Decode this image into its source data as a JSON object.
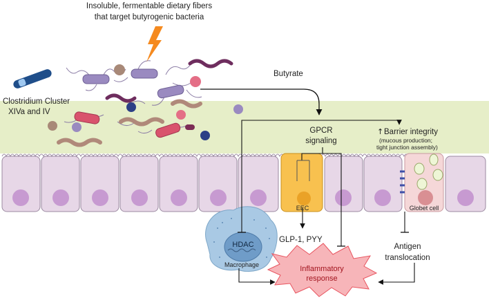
{
  "title_line1": "Insoluble, fermentable dietary fibers",
  "title_line2": "that target butyrogenic bacteria",
  "butyrate": "Butyrate",
  "bacteria_label_line1": "Clostridium Cluster",
  "bacteria_label_line2": "XIVa and IV",
  "gpcr_line1": "GPCR",
  "gpcr_line2": "signaling",
  "barrier_title": "Barrier integrity",
  "barrier_sub1": "(mucous production;",
  "barrier_sub2": "tight junction assembly)",
  "eec": "EEC",
  "goblet": "Globet cell",
  "hdac": "HDAC",
  "macrophage": "Macrophage",
  "glp": "GLP-1, PYY",
  "antigen_line1": "Antigen",
  "antigen_line2": "translocation",
  "inflam_line1": "Inflammatory",
  "inflam_line2": "response",
  "colors": {
    "mucus": "#e6eec8",
    "epithelium": "#e7d7e7",
    "eec": "#f8c14f",
    "goblet": "#f5d7d8",
    "macrophage": "#a9c9e4",
    "inflammatory": "#f7b5b9",
    "lightning": "#f58a1f"
  }
}
